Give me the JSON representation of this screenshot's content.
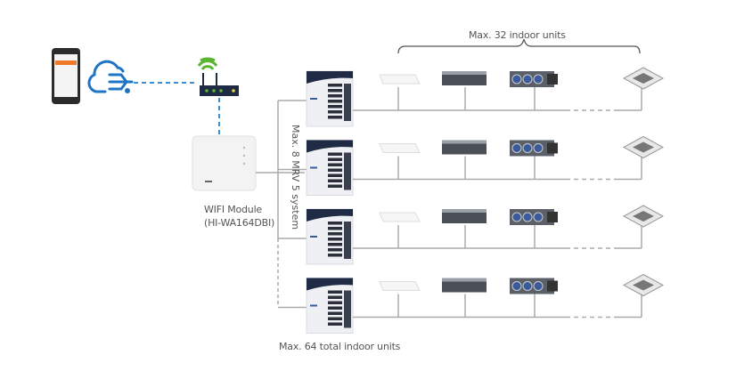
{
  "labels": {
    "max_indoor_per_system": "Max. 32 indoor units",
    "max_systems": "Max. 8 MRV 5 system",
    "max_total_indoor": "Max. 64 total indoor units",
    "wifi_module_name": "WIFI Module",
    "wifi_module_model": "(HI-WA164DBI)"
  },
  "icons": [
    "smartphone-icon",
    "cloud-icon",
    "wifi-router-icon",
    "wifi-module-icon",
    "outdoor-unit-icon",
    "ceiling-unit-icon",
    "duct-unit-icon",
    "high-static-duct-icon",
    "cassette-unit-icon"
  ],
  "colors": {
    "wifi_link": "#3a8fd6",
    "wifi_signal": "#5bb531",
    "pipe": "#aaaaaa",
    "cloud": "#1f74c4",
    "app_header": "#f07a2a"
  },
  "systems_shown": 4,
  "indoor_units_shown_per_row": [
    "ceiling",
    "duct",
    "high-static-duct",
    "cassette"
  ]
}
